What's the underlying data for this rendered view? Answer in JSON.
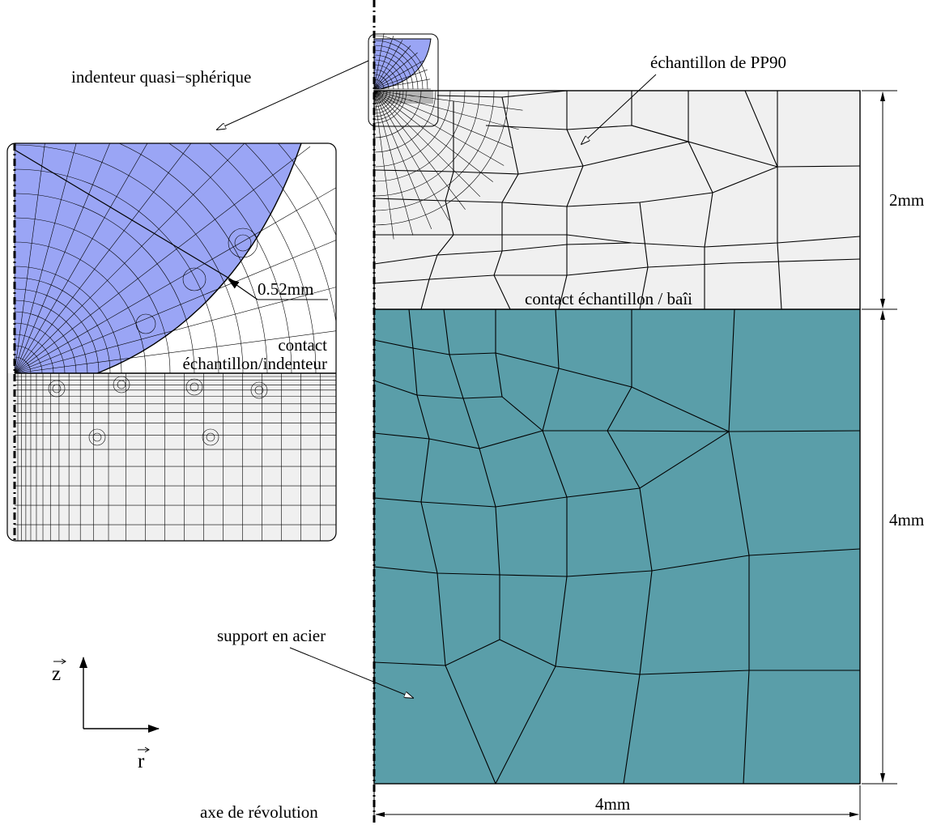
{
  "labels": {
    "indenter": "indenteur quasi−sphérique",
    "sample": "échantillon de PP90",
    "radius": "0.52mm",
    "contact_line1": "contact",
    "contact_line2": "échantillon/indenteur",
    "contact_base": "contact échantillon / baîi",
    "support": "support en acier",
    "axis": "axe de révolution",
    "dim_sample_height": "2mm",
    "dim_support_height": "4mm",
    "dim_width": "4mm",
    "z_axis": "z",
    "r_axis": "r"
  },
  "colors": {
    "indenter_fill": "#9aa5f5",
    "sample_fill": "#f0f0f0",
    "support_fill": "#5a9ea9"
  }
}
